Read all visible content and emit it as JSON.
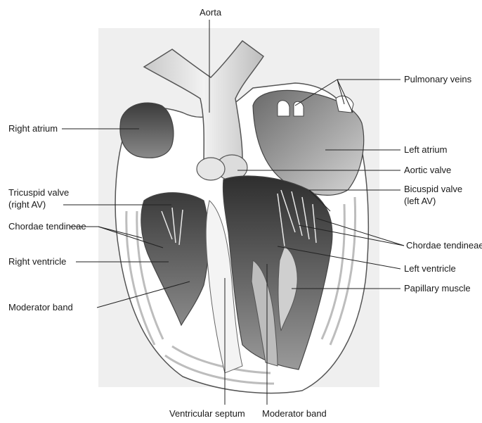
{
  "labels": {
    "aorta": "Aorta",
    "pulmonary_veins": "Pulmonary veins",
    "right_atrium": "Right atrium",
    "left_atrium": "Left atrium",
    "aortic_valve": "Aortic valve",
    "tricuspid_valve_line1": "Tricuspid valve",
    "tricuspid_valve_line2": "(right AV)",
    "bicuspid_valve_line1": "Bicuspid valve",
    "bicuspid_valve_line2": "(left AV)",
    "chordae_tendineae_left": "Chordae tendineae",
    "chordae_tendineae_right": "Chordae tendineae",
    "right_ventricle": "Right ventricle",
    "left_ventricle": "Left ventricle",
    "papillary_muscle": "Papillary muscle",
    "moderator_band_left": "Moderator band",
    "ventricular_septum": "Ventricular septum",
    "moderator_band_bottom": "Moderator band"
  }
}
